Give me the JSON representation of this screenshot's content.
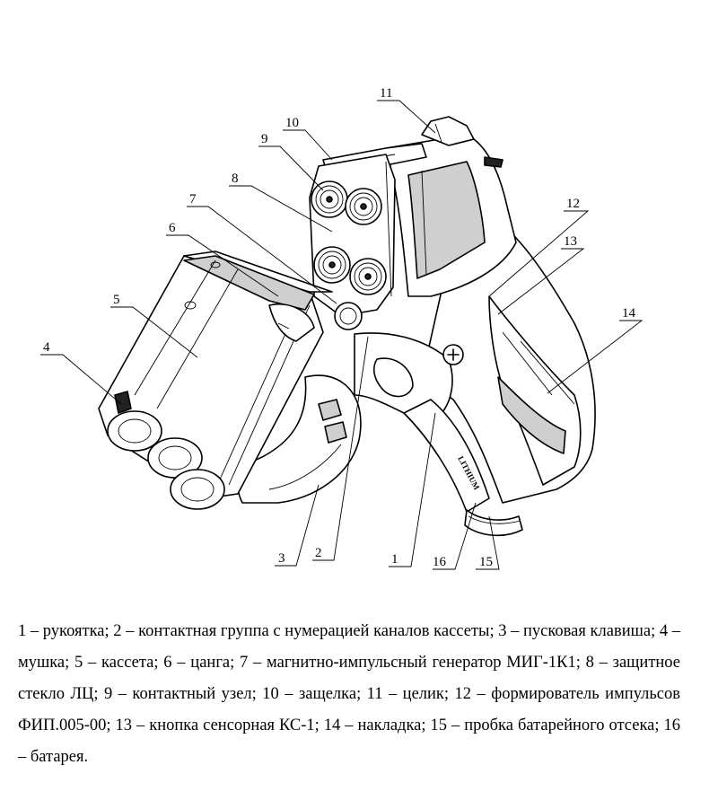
{
  "labels": {
    "l1": "1",
    "l2": "2",
    "l3": "3",
    "l4": "4",
    "l5": "5",
    "l6": "6",
    "l7": "7",
    "l8": "8",
    "l9": "9",
    "l10": "10",
    "l11": "11",
    "l12": "12",
    "l13": "13",
    "l14": "14",
    "l15": "15",
    "l16": "16"
  },
  "battery_marking": "LITHIUM",
  "caption": "1 – рукоятка; 2 – контактная группа с нумерацией каналов кассеты; 3 – пусковая клавиша; 4 – мушка; 5 – кассета; 6 – цанга; 7 – магнитно-импульсный генератор МИГ-1К1; 8 – защитное стекло ЛЦ; 9 – контактный узел; 10 – защелка; 11 – целик; 12 – формирователь импульсов ФИП.005-00; 13 – кнопка сенсорная КС-1; 14 – накладка; 15 – пробка батарейного отсека; 16 – батарея."
}
